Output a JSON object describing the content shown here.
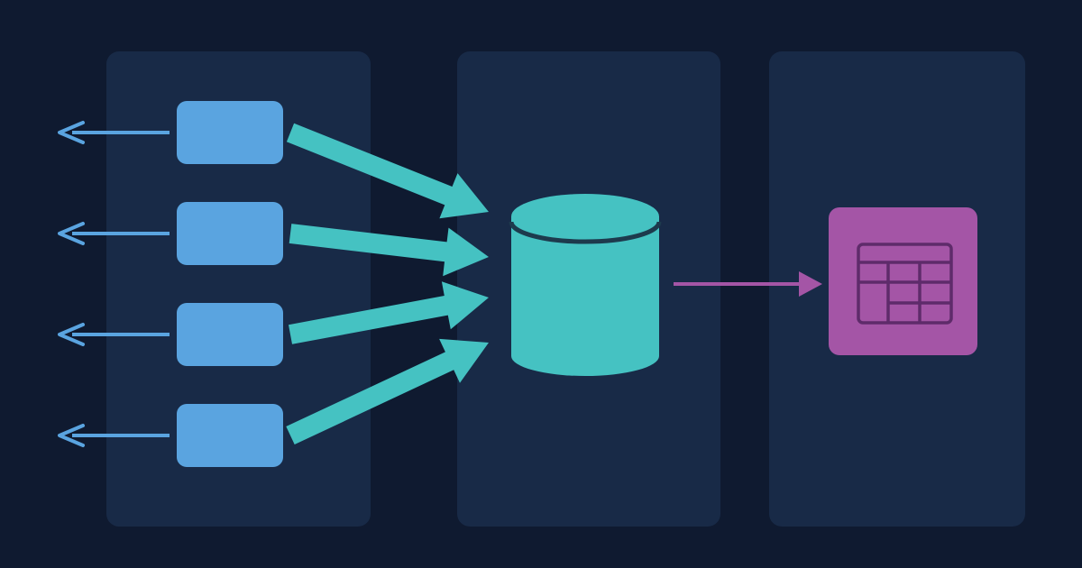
{
  "colors": {
    "background": "#0f1a30",
    "panel": "#182a47",
    "source_node": "#5aa4e0",
    "source_arrow": "#5aa4e0",
    "ingest_arrow": "#45c2c2",
    "database": "#45c2c2",
    "database_rim": "#1d3a4d",
    "output_arrow": "#a455a6",
    "table_tile": "#a455a6",
    "table_lines": "#5e2b6a"
  },
  "diagram": {
    "panels": [
      "sources-panel",
      "storage-panel",
      "output-panel"
    ],
    "sources": [
      {
        "id": "source-1"
      },
      {
        "id": "source-2"
      },
      {
        "id": "source-3"
      },
      {
        "id": "source-4"
      }
    ],
    "storage_icon": "database-icon",
    "output_icon": "table-icon",
    "edges": [
      {
        "from": "source-1",
        "to": "outside"
      },
      {
        "from": "source-2",
        "to": "outside"
      },
      {
        "from": "source-3",
        "to": "outside"
      },
      {
        "from": "source-4",
        "to": "outside"
      },
      {
        "from": "source-1",
        "to": "database"
      },
      {
        "from": "source-2",
        "to": "database"
      },
      {
        "from": "source-3",
        "to": "database"
      },
      {
        "from": "source-4",
        "to": "database"
      },
      {
        "from": "database",
        "to": "table"
      }
    ]
  }
}
